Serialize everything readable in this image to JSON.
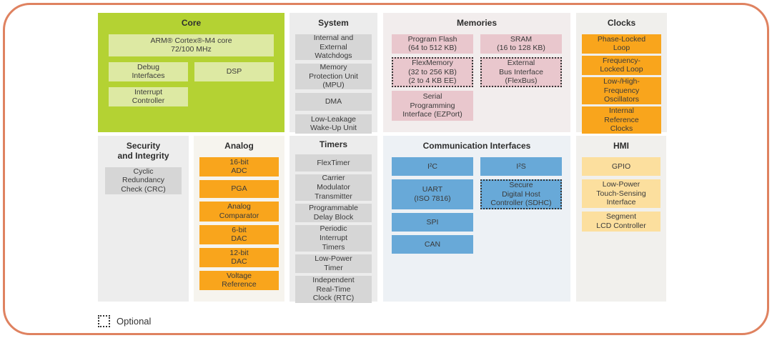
{
  "legend": {
    "label": "Optional"
  },
  "colors": {
    "frame": "#df8260",
    "core_panel": "#b4d233",
    "core_block": "#dde9a3",
    "gray_block": "#d6d6d6",
    "pink_block": "#e9c7cd",
    "orange_block": "#f9a51c",
    "blue_block": "#68a9d8",
    "yellow_block": "#fcdf9e"
  },
  "panels": {
    "core": {
      "title": "Core",
      "blocks": {
        "arm": "ARM® Cortex®-M4 core\n72/100 MHz",
        "debug": "Debug\nInterfaces",
        "dsp": "DSP",
        "interrupt": "Interrupt\nController"
      }
    },
    "system": {
      "title": "System",
      "blocks": [
        "Internal and\nExternal\nWatchdogs",
        "Memory\nProtection Unit\n(MPU)",
        "DMA",
        "Low-Leakage\nWake-Up Unit"
      ]
    },
    "memories": {
      "title": "Memories",
      "blocks": {
        "program_flash": "Program Flash\n(64 to 512 KB)",
        "sram": "SRAM\n(16 to 128 KB)",
        "flexmemory": "FlexMemory\n(32 to 256 KB)\n(2 to 4 KB EE)",
        "external_bus": "External\nBus Interface\n(FlexBus)",
        "ezport": "Serial\nProgramming\nInterface (EZPort)"
      }
    },
    "clocks": {
      "title": "Clocks",
      "blocks": [
        "Phase-Locked\nLoop",
        "Frequency-\nLocked Loop",
        "Low-/High-\nFrequency\nOscillators",
        "Internal\nReference\nClocks"
      ]
    },
    "security": {
      "title": "Security\nand Integrity",
      "blocks": [
        "Cyclic\nRedundancy\nCheck (CRC)"
      ]
    },
    "analog": {
      "title": "Analog",
      "blocks": [
        "16-bit\nADC",
        "PGA",
        "Analog\nComparator",
        "6-bit\nDAC",
        "12-bit\nDAC",
        "Voltage\nReference"
      ]
    },
    "timers": {
      "title": "Timers",
      "blocks": [
        "FlexTimer",
        "Carrier\nModulator\nTransmitter",
        "Programmable\nDelay Block",
        "Periodic\nInterrupt\nTimers",
        "Low-Power\nTimer",
        "Independent\nReal-Time\nClock (RTC)"
      ]
    },
    "comm": {
      "title": "Communication Interfaces",
      "blocks": {
        "i2c": "I²C",
        "i2s": "I²S",
        "uart": "UART\n(ISO 7816)",
        "sdhc": "Secure\nDigital Host\nController (SDHC)",
        "spi": "SPI",
        "can": "CAN"
      }
    },
    "hmi": {
      "title": "HMI",
      "blocks": [
        "GPIO",
        "Low-Power\nTouch-Sensing\nInterface",
        "Segment\nLCD Controller"
      ]
    }
  }
}
